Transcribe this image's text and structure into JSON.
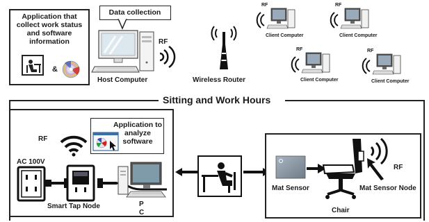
{
  "top": {
    "app_box_text": [
      "Application that",
      "collect work status",
      "and software",
      "information"
    ],
    "amp": "&",
    "data_collection": "Data collection",
    "host_rf": "RF",
    "host_label": "Host Computer",
    "router_label": "Wireless Router",
    "clients": [
      {
        "rf": "RF",
        "label": "Client Computer"
      },
      {
        "rf": "RF",
        "label": "Client Computer"
      },
      {
        "rf": "RF",
        "label": "Client Computer"
      },
      {
        "rf": "RF",
        "label": "Client Computer"
      }
    ]
  },
  "section_title": "Sitting and Work Hours",
  "left_panel": {
    "rf": "RF",
    "app_text": [
      "Application to",
      "analyze",
      "software"
    ],
    "ac_label": "AC 100V",
    "tap_label": "Smart Tap Node",
    "pc_label": "P C"
  },
  "right_panel": {
    "mat_label": "Mat Sensor",
    "chair_label": "Chair",
    "node_label": "Mat Sensor Node",
    "rf": "RF"
  }
}
